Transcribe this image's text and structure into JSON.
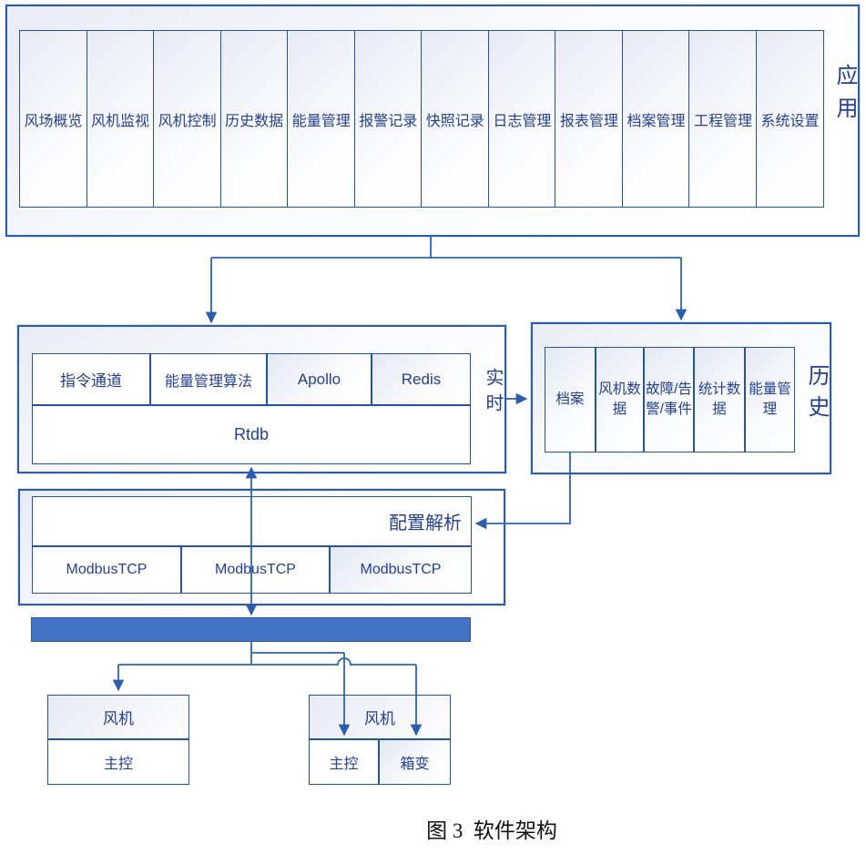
{
  "diagram": {
    "caption": "图 3  软件架构",
    "app_layer": {
      "label": "应用",
      "modules": [
        "风场概览",
        "风机监视",
        "风机控制",
        "历史数据",
        "能量管理",
        "报警记录",
        "快照记录",
        "日志管理",
        "报表管理",
        "档案管理",
        "工程管理",
        "系统设置"
      ]
    },
    "realtime_layer": {
      "label": "实时",
      "components": [
        "指令通道",
        "能量管理算法",
        "Apollo",
        "Redis"
      ],
      "database": "Rtdb"
    },
    "history_layer": {
      "label": "历史",
      "stores": [
        "档案",
        "风机数据",
        "故障/告警/事件",
        "统计数据",
        "能量管理"
      ]
    },
    "access_layer": {
      "parser": "配置解析",
      "protocols": [
        "ModbusTCP",
        "ModbusTCP",
        "ModbusTCP"
      ]
    },
    "field_layer": {
      "turbines": [
        {
          "title": "风机",
          "units": [
            "主控"
          ]
        },
        {
          "title": "风机",
          "units": [
            "主控",
            "箱变"
          ]
        }
      ]
    },
    "colors": {
      "line_blue": "#2e63b2",
      "border_blue": "#2c5cae",
      "cell_border_blue": "#2453a6",
      "bar_fill": "#4472c4",
      "bar_border": "#2f5597",
      "text_navy": "#24408f"
    }
  }
}
